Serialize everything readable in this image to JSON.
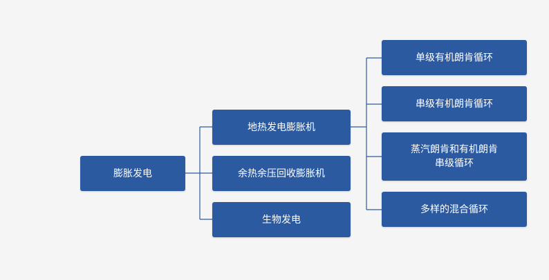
{
  "colors": {
    "background": "#f5f5f5",
    "node_fill": "#2c5aa0",
    "node_text": "#ffffff",
    "connector": "#2c5aa0"
  },
  "root": {
    "label": "膨胀发电",
    "children": [
      {
        "label": "地热发电膨胀机",
        "children": [
          {
            "label": "单级有机朗肯循环"
          },
          {
            "label": "串级有机朗肯循环"
          },
          {
            "label": "蒸汽朗肯和有机朗肯\n串级循环"
          },
          {
            "label": "多样的混合循环"
          }
        ]
      },
      {
        "label": "余热余压回收膨胀机"
      },
      {
        "label": "生物发电"
      }
    ]
  }
}
